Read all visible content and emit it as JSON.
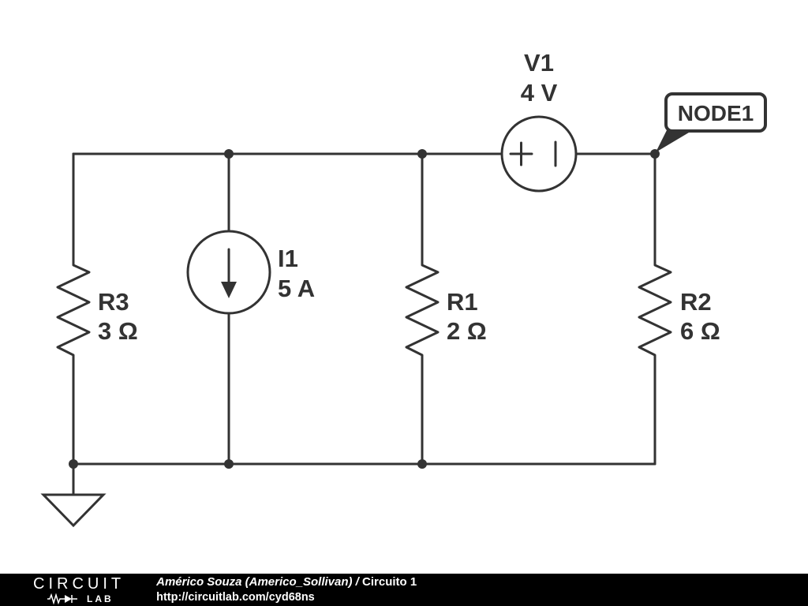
{
  "colors": {
    "wire": "#333333",
    "canvas_bg": "#ffffff",
    "footer_bg": "#000000",
    "footer_text": "#ffffff"
  },
  "schematic": {
    "components": [
      {
        "id": "R3",
        "type": "resistor",
        "name": "R3",
        "value": "3 Ω"
      },
      {
        "id": "I1",
        "type": "current-source",
        "name": "I1",
        "value": "5 A"
      },
      {
        "id": "R1",
        "type": "resistor",
        "name": "R1",
        "value": "2 Ω"
      },
      {
        "id": "V1",
        "type": "voltage-source",
        "name": "V1",
        "value": "4 V"
      },
      {
        "id": "R2",
        "type": "resistor",
        "name": "R2",
        "value": "6 Ω"
      }
    ],
    "node_labels": [
      {
        "id": "NODE1",
        "text": "NODE1"
      }
    ]
  },
  "footer": {
    "logo_circuit": "CIRCUIT",
    "logo_lab": "LAB",
    "byline_author": "Américo Souza (Americo_Sollivan)",
    "byline_separator": " / ",
    "byline_title": "Circuito 1",
    "url": "http://circuitlab.com/cyd68ns"
  }
}
